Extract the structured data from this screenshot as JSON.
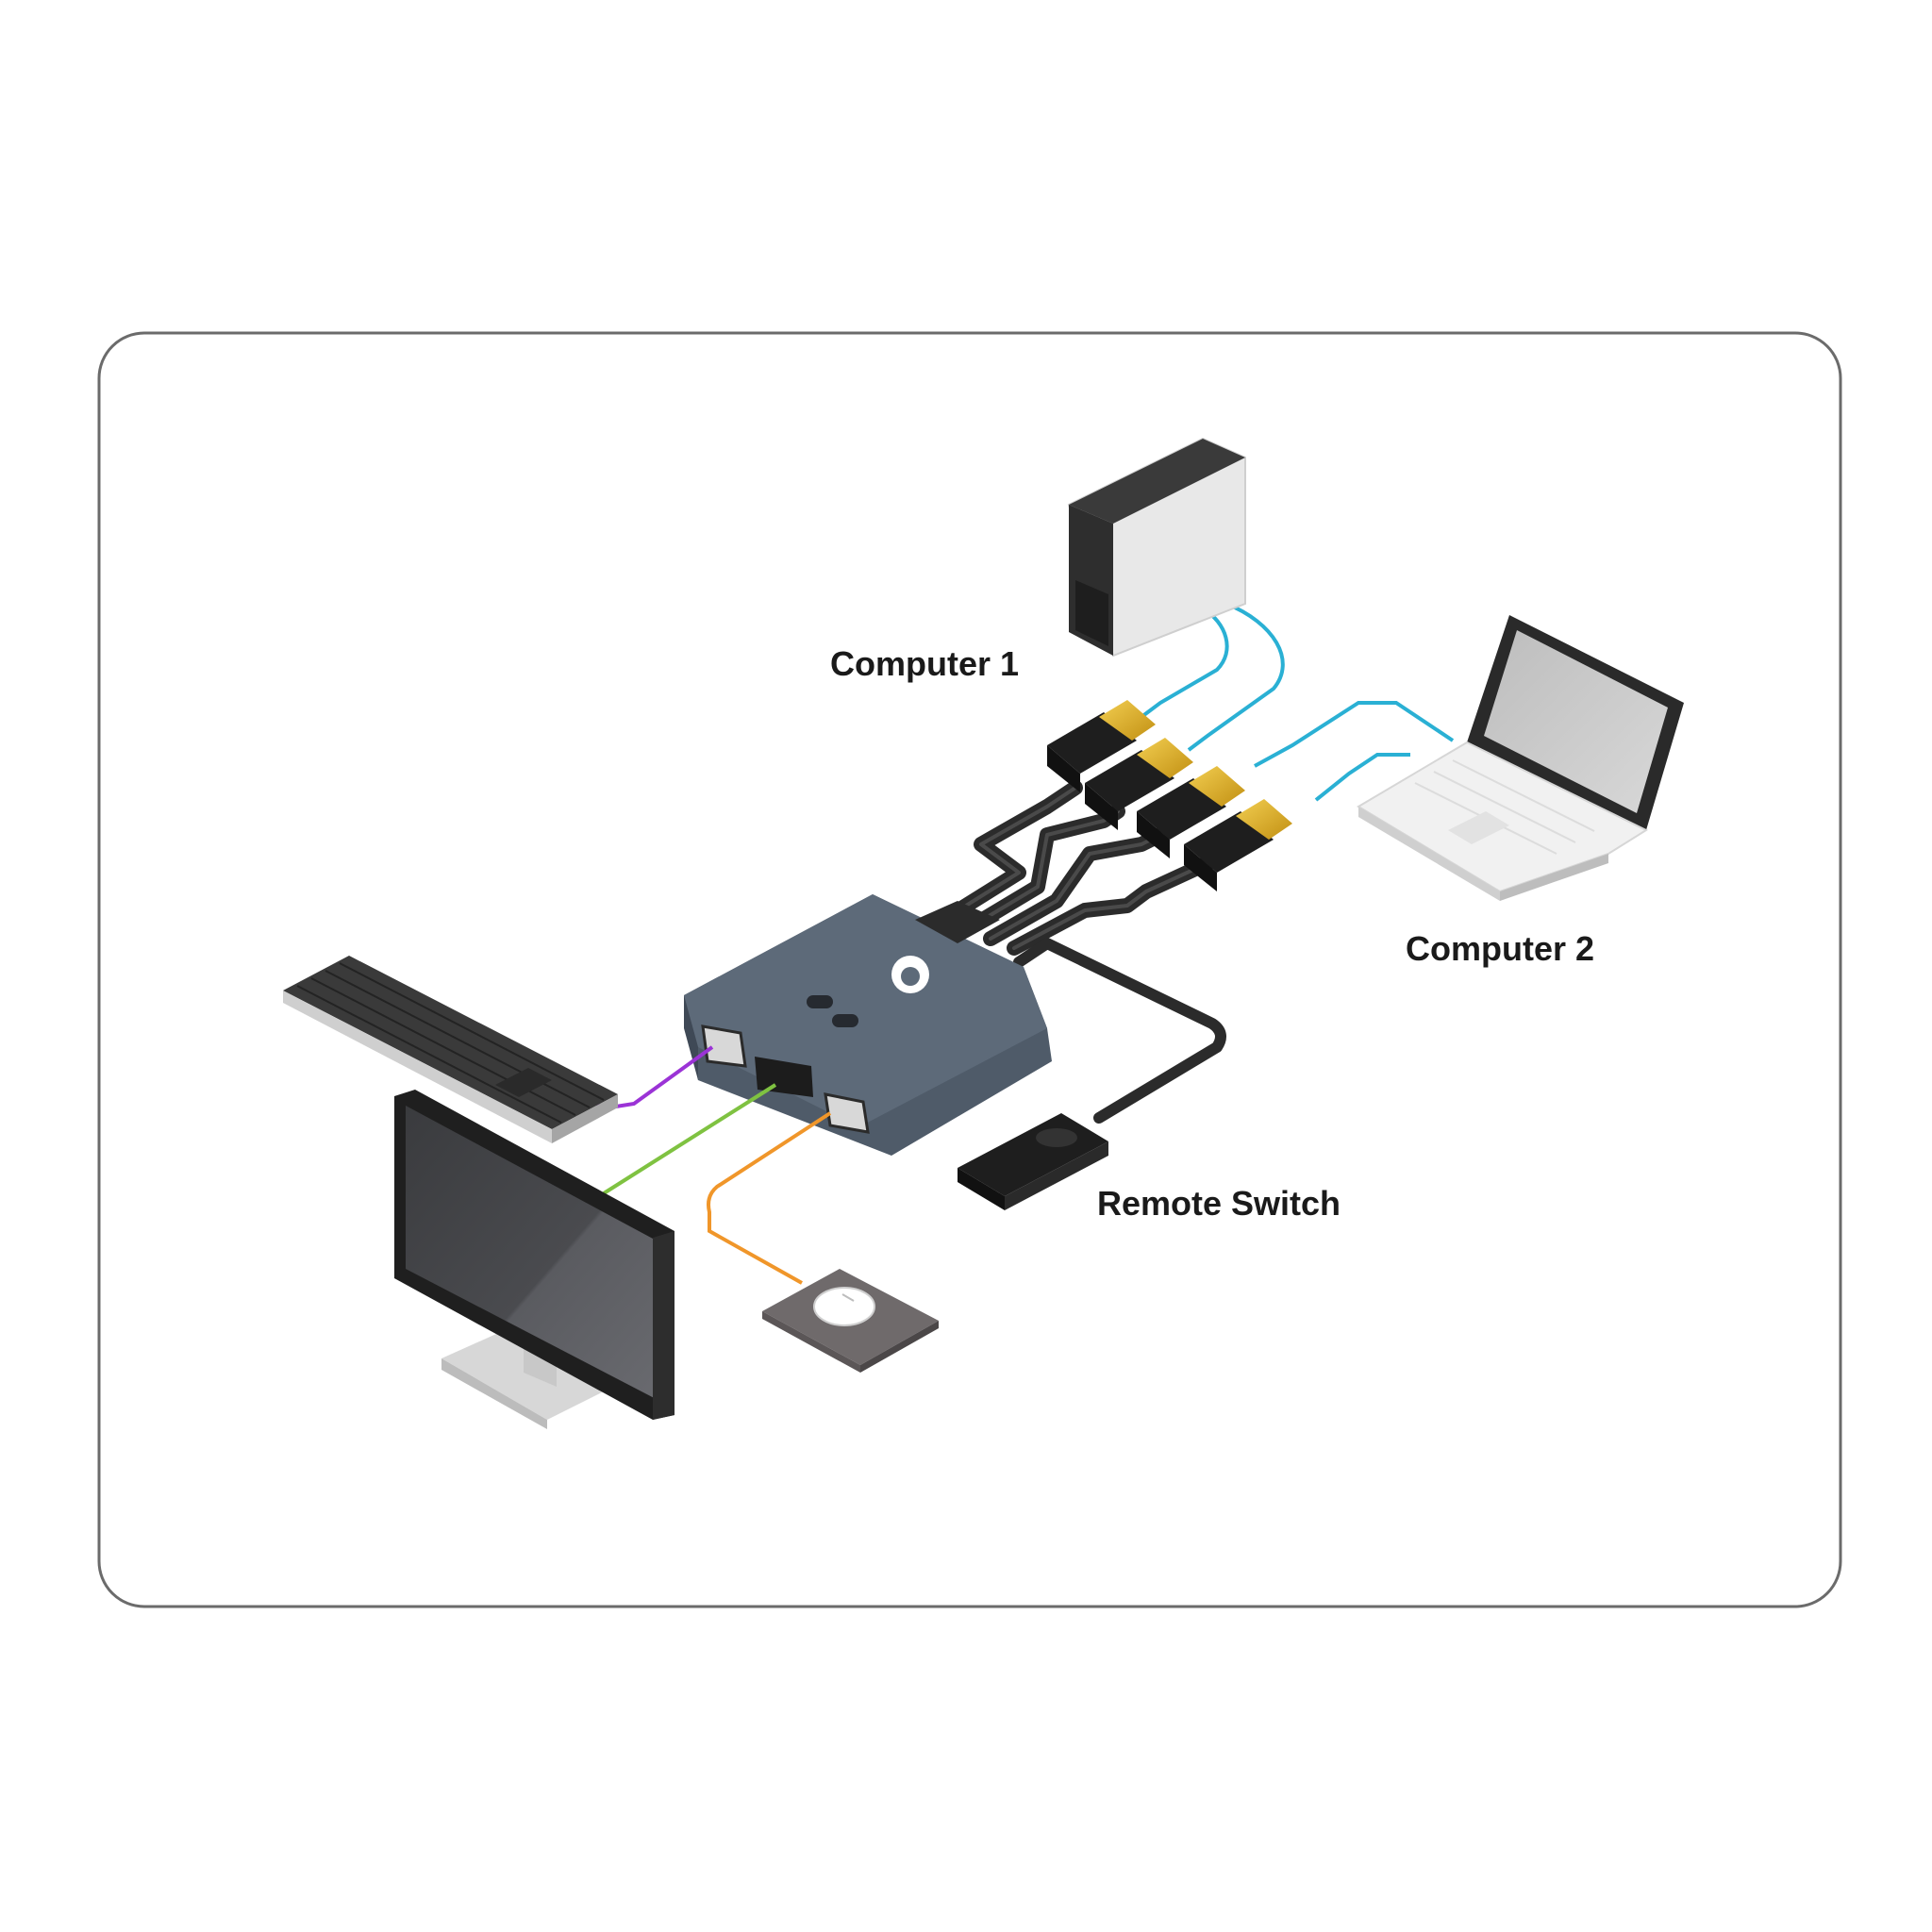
{
  "labels": {
    "computer1": "Computer 1",
    "computer2": "Computer 2",
    "remote_switch": "Remote Switch"
  },
  "colors": {
    "frame_border": "#6b6b6b",
    "hub_body": "#4f5b69",
    "hub_top": "#5d6a79",
    "cable_dark": "#2b2b2b",
    "cable_computer": "#2ab0d4",
    "cable_keyboard": "#9b33d6",
    "cable_monitor": "#7fc241",
    "cable_mouse": "#f0962a",
    "plug_gold": "#e2b227"
  },
  "icons": {
    "hub_logo": "iogear-logo-icon"
  }
}
